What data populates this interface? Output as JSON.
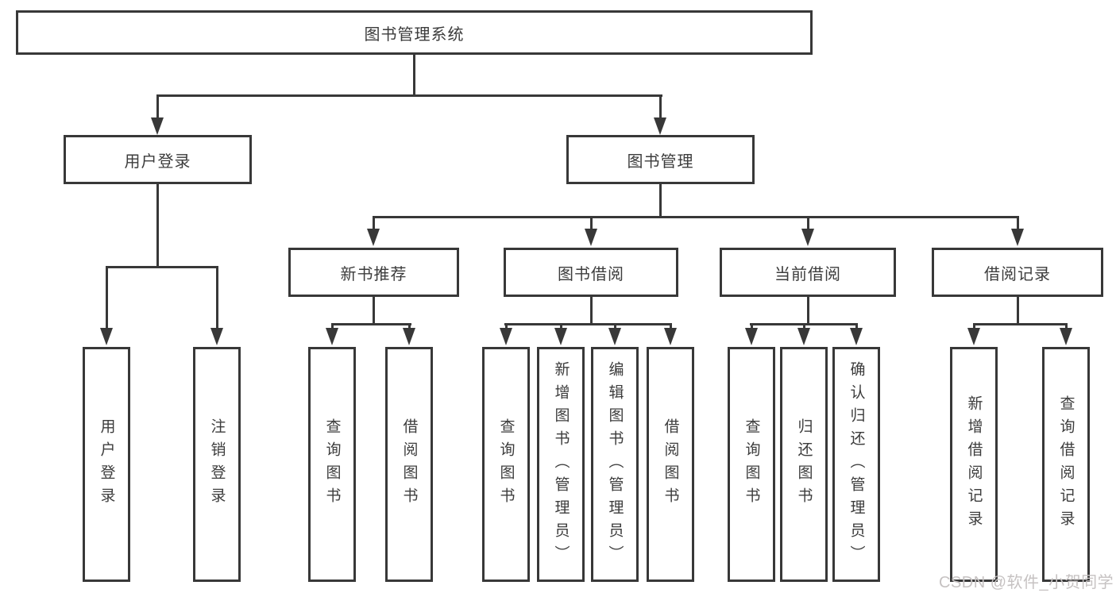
{
  "title_box": "图书管理系统",
  "nodes": {
    "user_login": "用户登录",
    "book_mgmt": "图书管理",
    "new_books": "新书推荐",
    "book_borrow": "图书借阅",
    "current_borrow": "当前借阅",
    "borrow_records": "借阅记录"
  },
  "leaves": {
    "user_login": [
      "用户登录",
      "注销登录"
    ],
    "new_books": [
      "查询图书",
      "借阅图书"
    ],
    "book_borrow": [
      "查询图书",
      "新增图书（管理员）",
      "编辑图书（管理员）",
      "借阅图书"
    ],
    "current_borrow": [
      "查询图书",
      "归还图书",
      "确认归还（管理员）"
    ],
    "borrow_records": [
      "新增借阅记录",
      "查询借阅记录"
    ]
  },
  "watermark": "CSDN @软件_小贺同学",
  "colors": {
    "line": "#383838",
    "text": "#3c3c3c",
    "box_background": "#ffffff",
    "page_background": "#ffffff",
    "watermark": "#c6c2c2"
  }
}
